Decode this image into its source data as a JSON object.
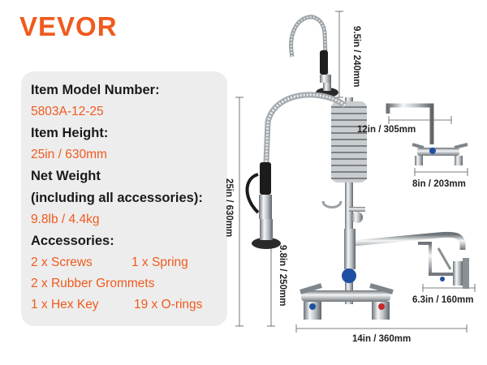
{
  "brand": {
    "logo_text": "VEVOR",
    "accent_color": "#f05a1e"
  },
  "specs": {
    "model_label": "Item Model Number:",
    "model_value": "5803A-12-25",
    "height_label": "Item Height:",
    "height_value": "25in / 630mm",
    "weight_label": "Net Weight",
    "weight_label_2": "(including all accessories):",
    "weight_value": "9.8lb / 4.4kg",
    "accessories_label": "Accessories:",
    "accessories": [
      [
        "2 x Screws",
        "1 x Spring"
      ],
      [
        "2 x Rubber Grommets"
      ],
      [
        "1 x Hex Key",
        "19 x O-rings"
      ]
    ]
  },
  "dimensions": {
    "overall_height": "25in / 630mm",
    "sprayer_hose": "9.5in / 240mm",
    "spout_height": "9.8in / 250mm",
    "base_width": "14in / 360mm",
    "small_spout_reach": "12in / 305mm",
    "small_center": "8in / 203mm",
    "wall_depth": "6.3in / 160mm"
  }
}
